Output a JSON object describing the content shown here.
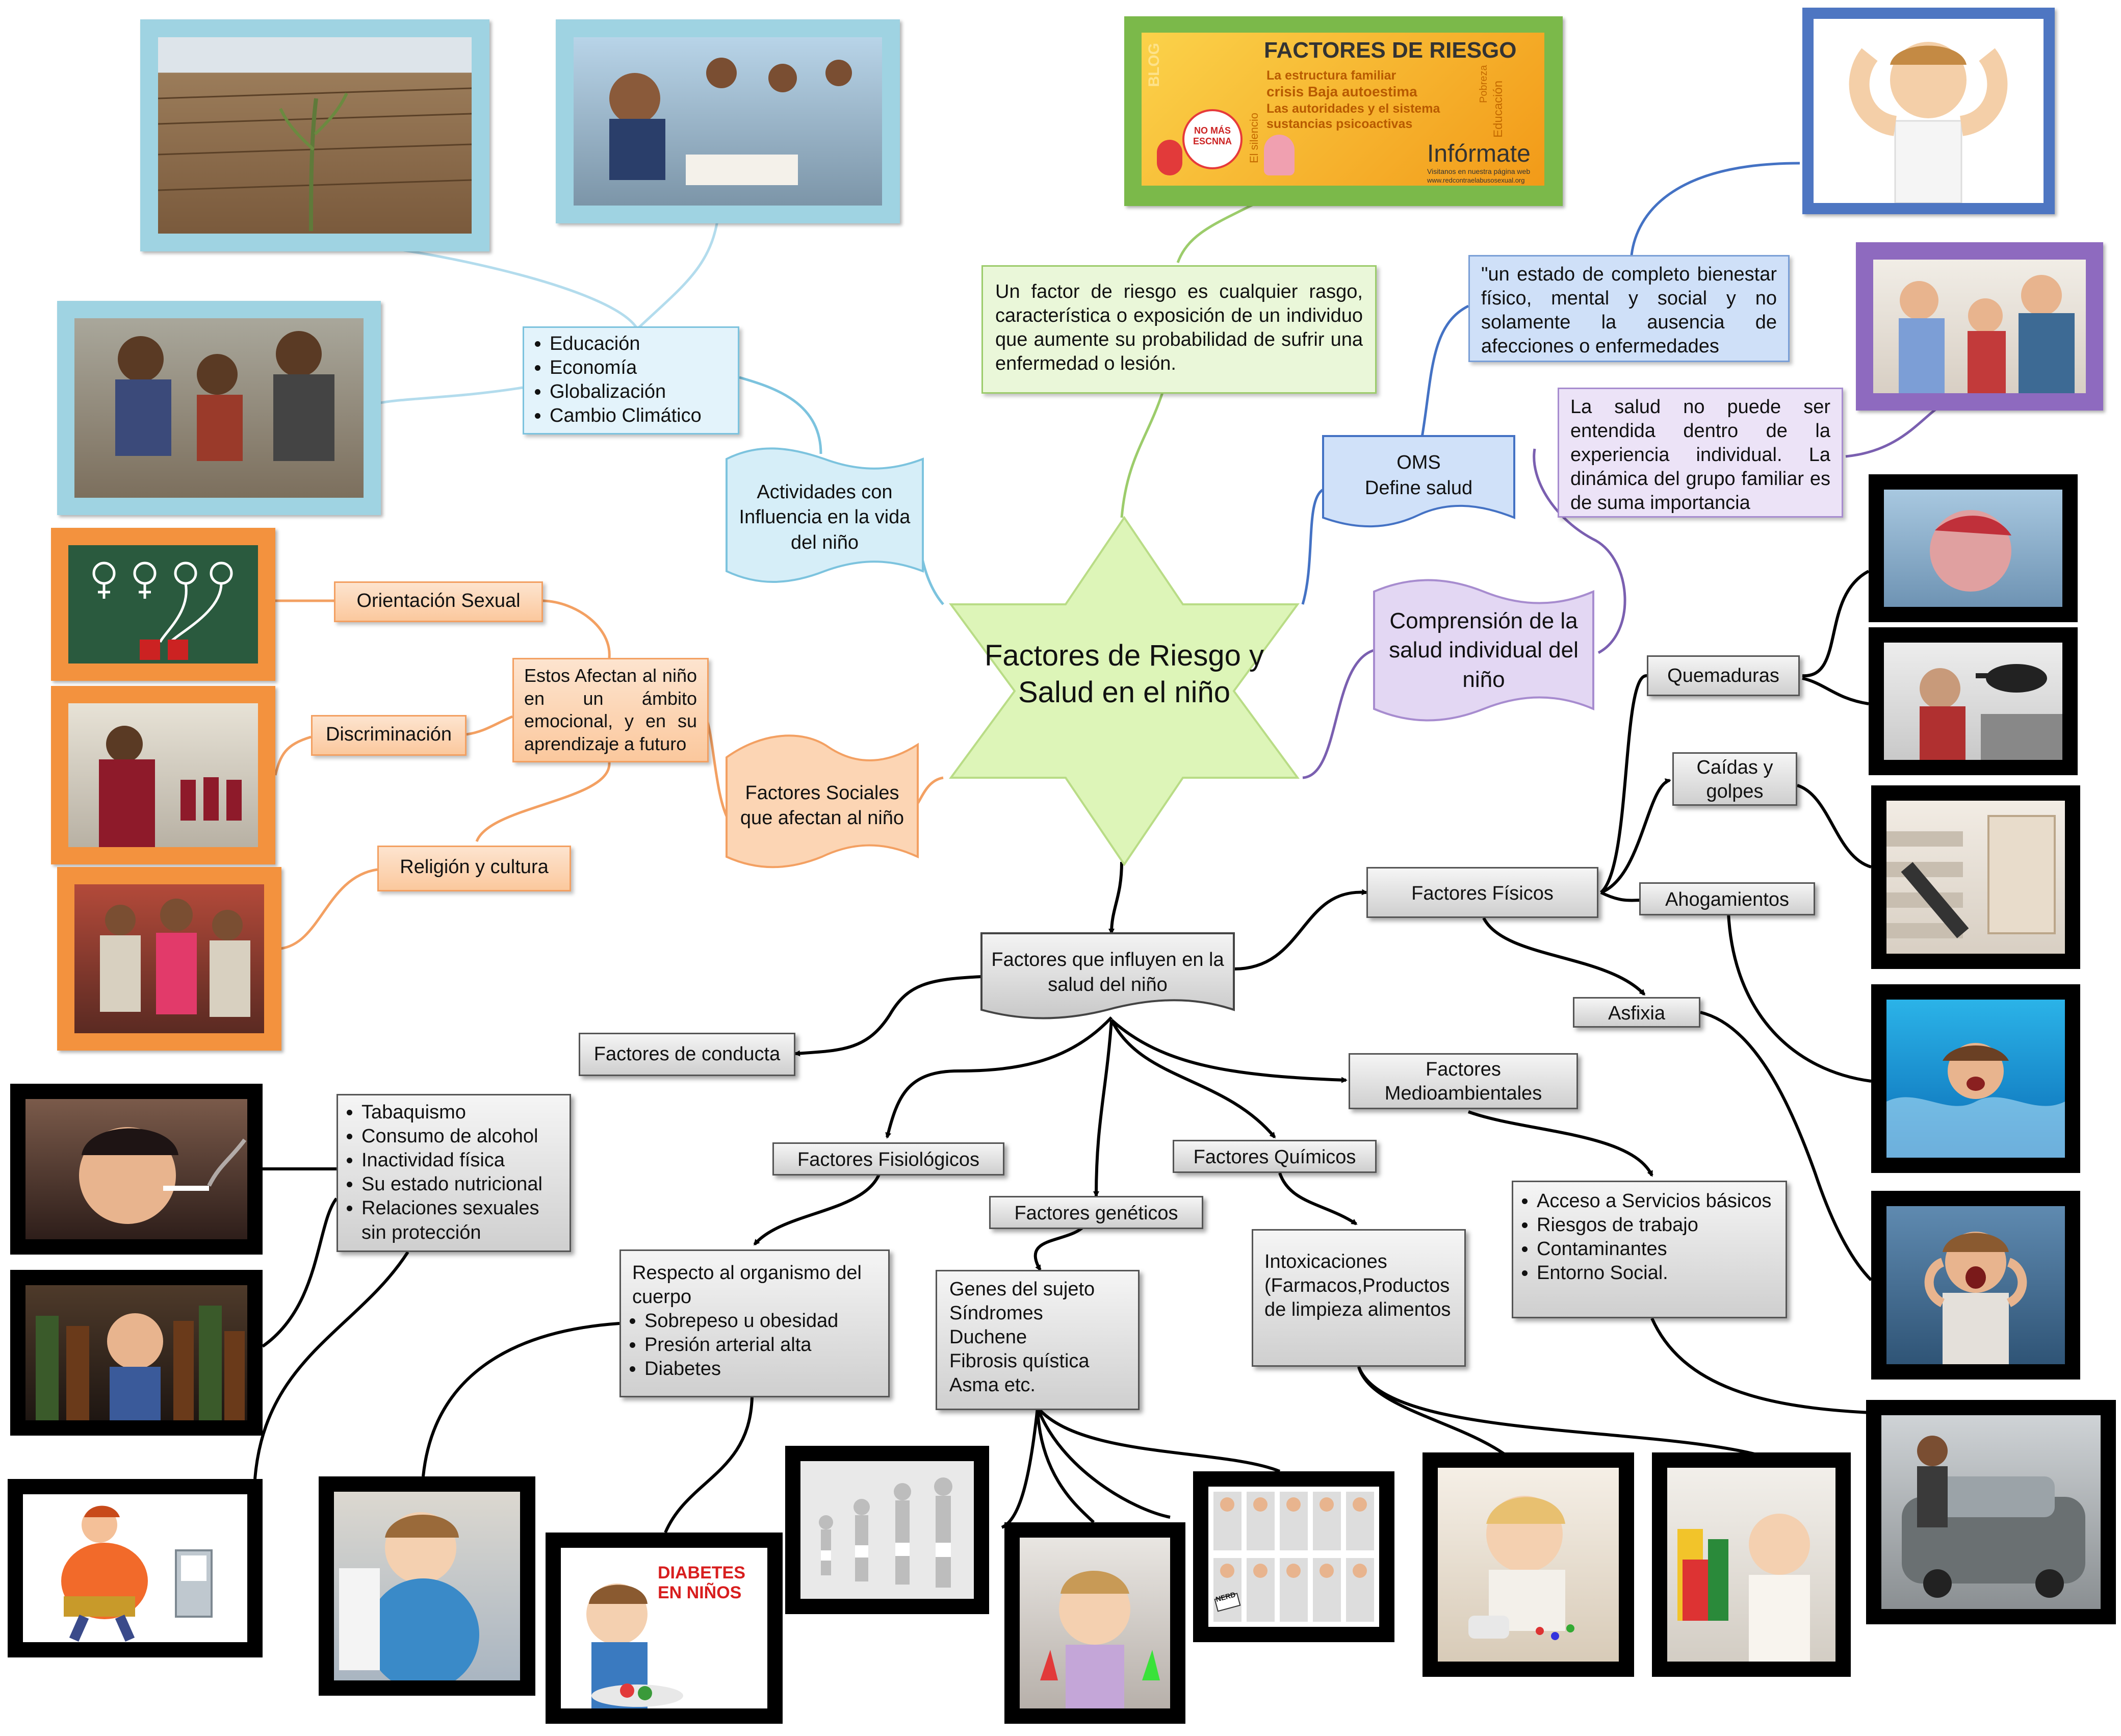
{
  "center": {
    "title": "Factores de Riesgo y Salud en el niño"
  },
  "definition": "Un factor de riesgo es cualquier rasgo, característica o exposición de un individuo que aumente su probabilidad de sufrir una enfermedad o lesión.",
  "poster": {
    "title": "FACTORES DE RIESGO",
    "side_label": "BLOG",
    "lines": [
      "La estructura familiar",
      "crisis Baja autoestima",
      "Las autoridades y el sistema",
      "sustancias psicoactivas"
    ],
    "vertical_words": [
      "El silencio",
      "Pobreza",
      "Educación"
    ],
    "badge": "NO MÁS ESCNNA",
    "footer": "Infórmate",
    "footer_small": "Visitanos en nuestra página web",
    "footer_url": "www.redcontraelabusosexual.org"
  },
  "oms": {
    "label": "OMS\nDefine salud",
    "quote": "\"un estado de completo bienestar físico, mental y social y no solamente la ausencia de afecciones o enfermedades"
  },
  "comprension": {
    "label": "Comprensión de la salud individual del niño",
    "text": "La salud no puede ser entendida dentro de la experiencia individual. La dinámica del grupo familiar es de suma importancia"
  },
  "actividades": {
    "label": "Actividades con Influencia en la vida del niño",
    "items": [
      "Educación",
      "Economía",
      "Globalización",
      "Cambio Climático"
    ]
  },
  "sociales": {
    "label": "Factores Sociales que afectan al niño",
    "effect": "Estos Afectan al niño en un ámbito emocional, y en su aprendizaje a futuro",
    "orientacion": "Orientación Sexual",
    "discriminacion": "Discriminación",
    "religion": "Religión y cultura"
  },
  "influyen": {
    "label": "Factores que influyen en la salud del niño"
  },
  "conducta": {
    "label": "Factores de conducta",
    "items": [
      "Tabaquismo",
      "Consumo de alcohol",
      "Inactividad física",
      "Su estado nutricional",
      "Relaciones sexuales sin protección"
    ]
  },
  "fisiologicos": {
    "label": "Factores Fisiológicos",
    "intro": "Respecto al organismo del cuerpo",
    "items": [
      "Sobrepeso u obesidad",
      "Presión arterial alta",
      "Diabetes"
    ]
  },
  "geneticos": {
    "label": "Factores genéticos",
    "lines": [
      "Genes del sujeto",
      "Síndromes",
      "Duchene",
      "Fibrosis quística",
      "Asma etc."
    ]
  },
  "quimicos": {
    "label": "Factores Químicos",
    "text": "Intoxicaciones (Farmacos,Productos de limpieza alimentos"
  },
  "medioambientales": {
    "label": "Factores Medioambientales",
    "items": [
      "Acceso a Servicios básicos",
      "Riesgos de trabajo",
      "Contaminantes",
      "Entorno Social."
    ]
  },
  "fisicos": {
    "label": "Factores Físicos",
    "quemaduras": "Quemaduras",
    "caidas": "Caídas y golpes",
    "ahogamientos": "Ahogamientos",
    "asfixia": "Asfixia"
  },
  "photo_text": {
    "diabetes": "DIABETES EN NIÑOS",
    "nerd": "NERD"
  },
  "colors": {
    "gray_box": "#d9d9d9",
    "star": "#ddf5b8",
    "blue_accent": "#7cc3de",
    "green_accent": "#9ccc6b",
    "violet_accent": "#a78ccf",
    "orange_accent": "#f3a062",
    "oms_blue": "#4472c4"
  }
}
